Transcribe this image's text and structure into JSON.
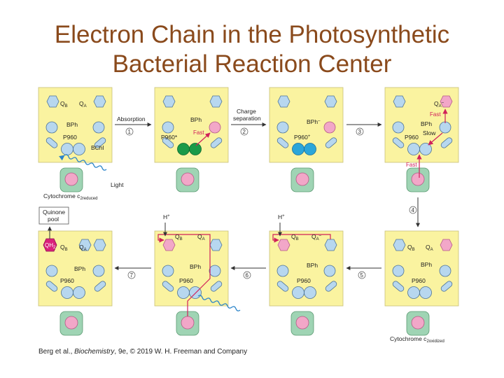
{
  "title": {
    "line1": "Electron Chain in the Photosynthetic",
    "line2": "Bacterial Reaction Center"
  },
  "labels": {
    "qb": "Q",
    "qb_sub": "B",
    "qa": "Q",
    "qa_sub": "A",
    "qa_minus": "Q",
    "qa_minus_sub": "A",
    "qa_minus_sup": "–",
    "bph": "BPh",
    "bph_minus": "BPh",
    "bph_minus_sup": "–",
    "p960": "P960",
    "p960_star": "P960*",
    "p960_plus": "P960",
    "p960_plus_sup": "+",
    "bchl": "BChl",
    "fast": "Fast",
    "slow": "Slow",
    "light": "Light",
    "qh2": "QH",
    "qh2_sub": "2",
    "h_plus": "H",
    "h_plus_sup": "+",
    "quinone_pool_line1": "Quinone",
    "quinone_pool_line2": "pool",
    "cytochrome_reduced": "Cytochrome c",
    "cytochrome_reduced_sub": "2reduced",
    "cytochrome_oxidized": "Cytochrome c",
    "cytochrome_oxidized_sub": "2oxidized"
  },
  "steps": {
    "s1": "1",
    "s2": "2",
    "s3": "3",
    "s4": "4",
    "s5": "5",
    "s6": "6",
    "s7": "7",
    "absorption": "Absorption",
    "charge_line1": "Charge",
    "charge_line2": "separation"
  },
  "credit": {
    "prefix": "Berg et al., ",
    "book": "Biochemistry",
    "suffix": ", 9e, © 2019 W. H. Freeman and Company"
  },
  "colors": {
    "title": "#8a4a1c",
    "panel": "#faf3a0",
    "shape": "#b7d7ef",
    "shape_stroke": "#4d7396",
    "cytochrome": "#9fd4b4",
    "heme": "#f2a7c8",
    "green": "#1a9a48",
    "electron_path": "#d0205a",
    "light_wave": "#2b84c9",
    "qh2": "#d9207a"
  }
}
